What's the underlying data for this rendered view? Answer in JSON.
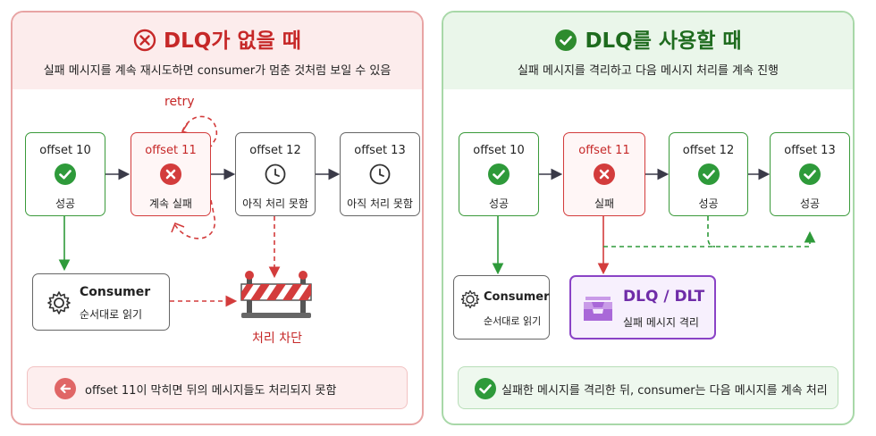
{
  "left": {
    "title": "DLQ가 없을 때",
    "subtitle": "실패 메시지를 계속 재시도하면 consumer가 멈춘 것처럼 보일 수 있음",
    "retry_label": "retry",
    "offsets": [
      {
        "title": "offset 10",
        "status": "성공",
        "icon": "check-icon"
      },
      {
        "title": "offset 11",
        "status": "계속 실패",
        "icon": "x-icon"
      },
      {
        "title": "offset 12",
        "status": "아직 처리 못함",
        "icon": "clock-icon"
      },
      {
        "title": "offset 13",
        "status": "아직 처리 못함",
        "icon": "clock-icon"
      }
    ],
    "consumer": {
      "title": "Consumer",
      "subtitle": "순서대로 읽기",
      "icon": "gear-icon"
    },
    "blocked_label": "처리 차단",
    "blocked_icon": "barricade-icon",
    "note": "offset 11이 막히면 뒤의 메시지들도 처리되지 못함",
    "note_icon": "back-arrow-icon"
  },
  "right": {
    "title": "DLQ를 사용할 때",
    "subtitle": "실패 메시지를 격리하고 다음 메시지 처리를 계속 진행",
    "offsets": [
      {
        "title": "offset 10",
        "status": "성공",
        "icon": "check-icon"
      },
      {
        "title": "offset 11",
        "status": "실패",
        "icon": "x-icon"
      },
      {
        "title": "offset 12",
        "status": "성공",
        "icon": "check-icon"
      },
      {
        "title": "offset 13",
        "status": "성공",
        "icon": "check-icon"
      }
    ],
    "consumer": {
      "title": "Consumer",
      "subtitle": "순서대로 읽기",
      "icon": "gear-icon"
    },
    "dlq": {
      "title": "DLQ / DLT",
      "subtitle": "실패 메시지 격리",
      "icon": "inbox-icon"
    },
    "note": "실패한 메시지를 격리한 뒤, consumer는 다음 메시지를 계속 처리",
    "note_icon": "check-icon"
  },
  "colors": {
    "red": "#d33c3c",
    "green": "#2e9a3a",
    "purple": "#8a43c6",
    "gray": "#555555"
  }
}
